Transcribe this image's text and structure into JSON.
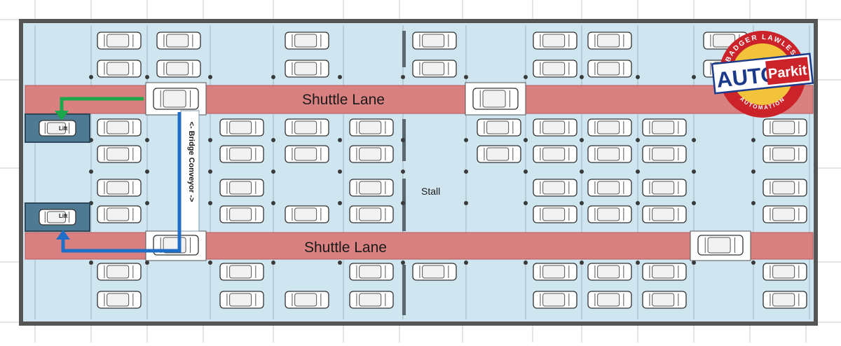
{
  "labels": {
    "shuttle_lane_top": "Shuttle Lane",
    "shuttle_lane_bottom": "Shuttle Lane",
    "bridge_conveyor": "<- Bridge Conveyor ->",
    "stall": "Stall",
    "lift_1": "Lift",
    "lift_2": "Lift"
  },
  "logo": {
    "ring_top": "BADGER LAWLESS",
    "ring_bottom": "AUTOMATION",
    "brand_auto": "AUTO",
    "brand_parkit": "Parkit"
  },
  "colors": {
    "floor": "#cfe5ef",
    "lane": "#d98080",
    "wall": "#555555",
    "path_green": "#1aa84b",
    "path_blue": "#1f6fc8",
    "logo_red": "#cc2229",
    "logo_yellow": "#f4c33c",
    "logo_navy": "#1b3a8c"
  },
  "icons": [
    "car-icon",
    "lift-icon",
    "arrow-icon"
  ]
}
